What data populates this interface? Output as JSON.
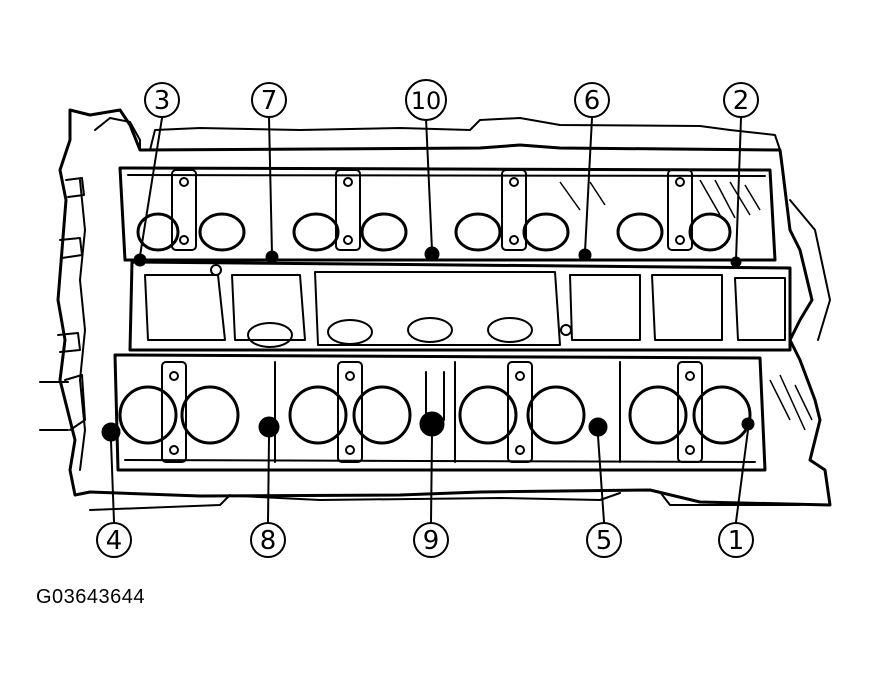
{
  "figure": {
    "id": "G03643644"
  },
  "callouts": [
    {
      "label": "1"
    },
    {
      "label": "2"
    },
    {
      "label": "3"
    },
    {
      "label": "4"
    },
    {
      "label": "5"
    },
    {
      "label": "6"
    },
    {
      "label": "7"
    },
    {
      "label": "8"
    },
    {
      "label": "9"
    },
    {
      "label": "10"
    }
  ]
}
